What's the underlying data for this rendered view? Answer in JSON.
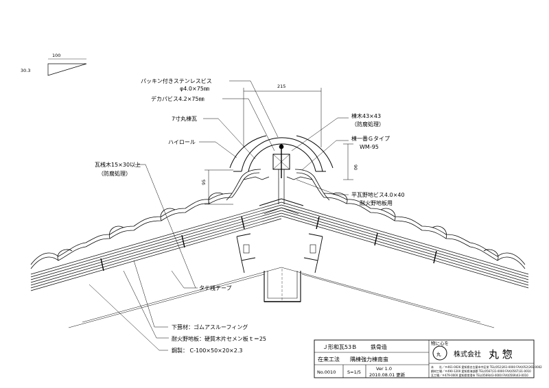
{
  "slope": {
    "run": "100",
    "rise": "30.3"
  },
  "dims": {
    "width": "215",
    "ridge_height": "90",
    "batten_height": "95"
  },
  "labels": {
    "screw_packing_1": "パッキン付きステンレスビス",
    "screw_packing_2": "φ4.0×75㎜",
    "deck_screw": "デカパビス4.2×75㎜",
    "ridge_tile": "7寸丸棟瓦",
    "high_roll": "ハイロール",
    "tile_batten_1": "瓦桟木15×30以上",
    "tile_batten_2": "（防腐処理）",
    "ridge_lumber_1": "棟木43×43",
    "ridge_lumber_2": "（防腐処理）",
    "ridge_metal_1": "棟一番Ｇタイプ",
    "ridge_metal_2": "WM-95",
    "flat_screw_1": "平瓦野地ビス4.0×40",
    "flat_screw_2": "耐火野地板用",
    "counter_batten": "タテ桟テープ",
    "underlay": "下葺材：ゴムアスルーフィング",
    "sheathing": "耐火野地板：硬質木片セメン板ｔ＝25",
    "steel": "鋼製： C-100×50×20×2.3"
  },
  "title_block": {
    "tile_type": "Ｊ形和瓦53Ｂ",
    "structure": "鉄骨造",
    "method": "在来工法",
    "detail": "隅棟強力棟南蛮",
    "drawing_no": "No.0010",
    "scale": "S=1/5",
    "version": "Ver 1.0",
    "date": "2010.08.01 更新",
    "slogan": "物に心を",
    "company": "株式会社",
    "company_name": "丸 惣",
    "seal": "丸",
    "address_lines": [
      "本　　社／〒461-0026 愛知県名古屋市中区栄 TEL(052)261-0000 FAX(052)261-0002",
      "鋼材工場／〒490-1200 愛知県海部郡 TEL(0567)31-0000 FAX(0567)31-0010",
      "瓦工場／〒479-0000 愛知県常滑市 TEL(0569)43-0000 FAX(0569)43-0010"
    ]
  }
}
